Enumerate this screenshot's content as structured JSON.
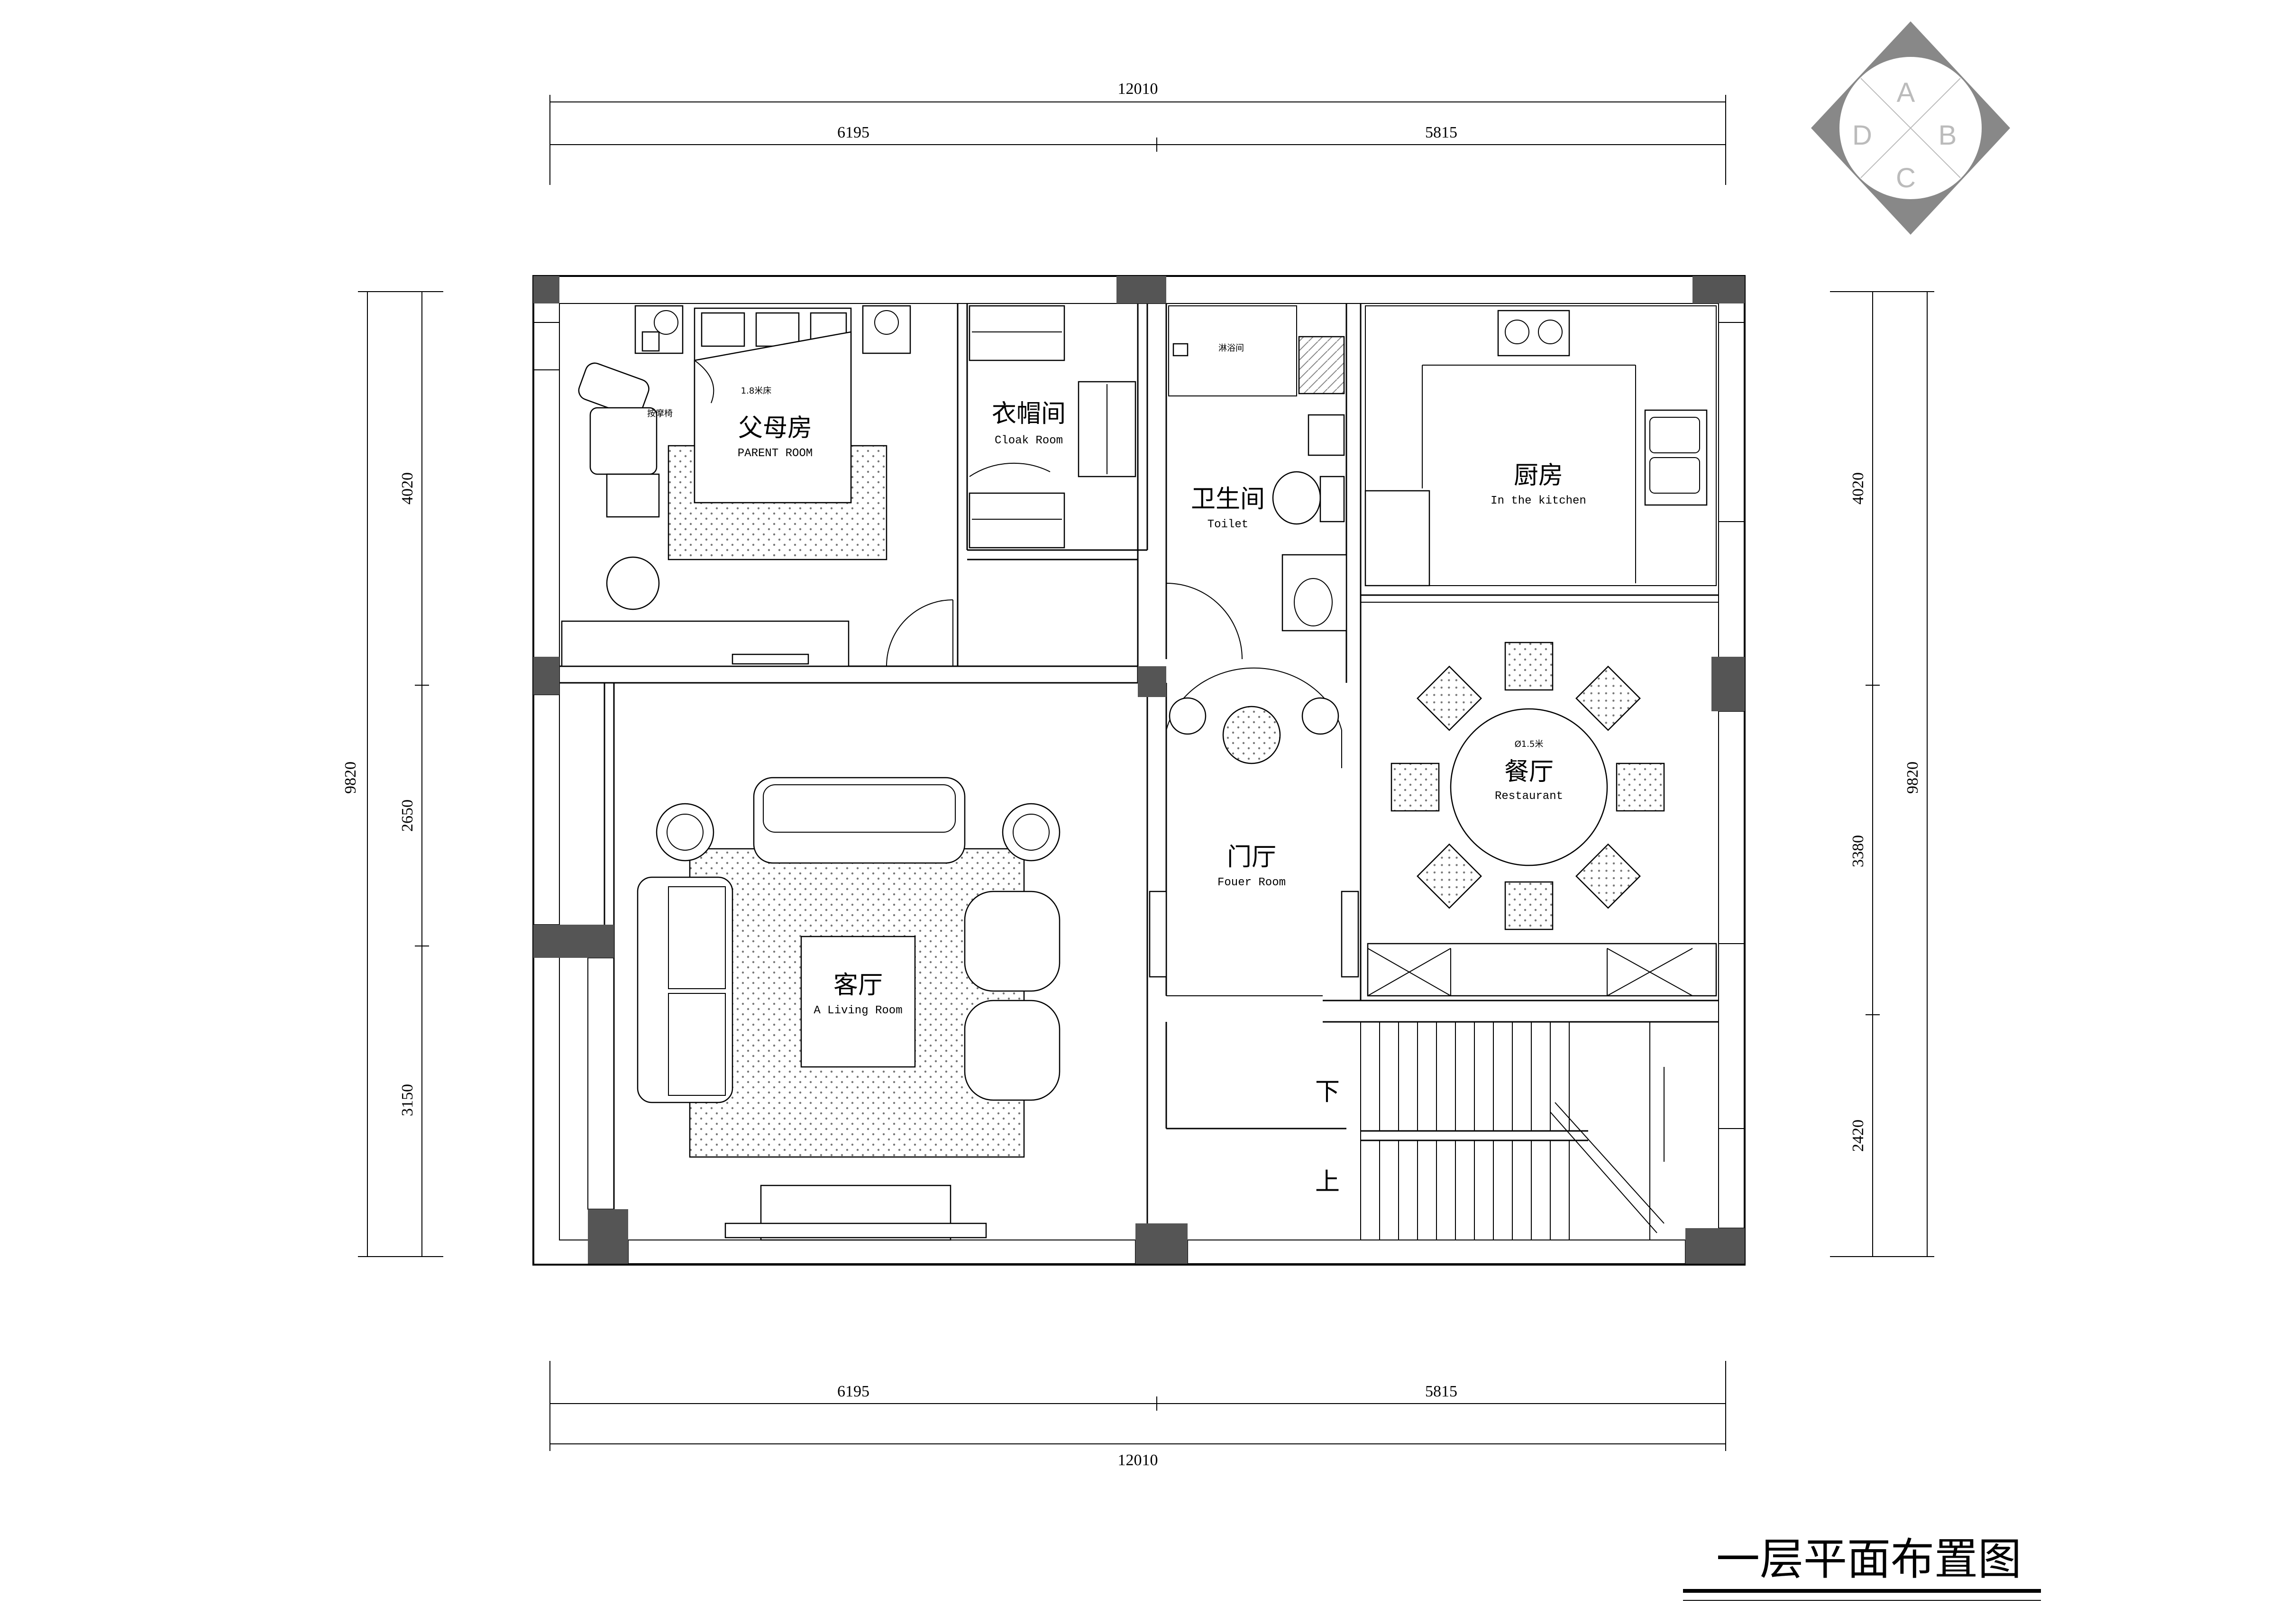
{
  "title": "一层平面布置图",
  "compass": {
    "labels": [
      "A",
      "B",
      "C",
      "D"
    ]
  },
  "dimensions": {
    "top_total": "12010",
    "top_left": "6195",
    "top_right": "5815",
    "bottom_total": "12010",
    "bottom_left": "6195",
    "bottom_right": "5815",
    "left_total": "9820",
    "left_top": "4020",
    "left_mid": "2650",
    "left_bottom": "3150",
    "right_total": "9820",
    "right_top": "4020",
    "right_mid": "3380",
    "right_bottom": "2420"
  },
  "rooms": {
    "parent": {
      "cn": "父母房",
      "en": "PARENT ROOM"
    },
    "cloak": {
      "cn": "衣帽间",
      "en": "Cloak Room"
    },
    "toilet": {
      "cn": "卫生间",
      "en": "Toilet"
    },
    "kitchen": {
      "cn": "厨房",
      "en": "In the kitchen"
    },
    "restaurant": {
      "cn": "餐厅",
      "en": "Restaurant"
    },
    "foyer": {
      "cn": "门厅",
      "en": "Fouer Room"
    },
    "living": {
      "cn": "客厅",
      "en": "A Living Room"
    }
  },
  "annotations": {
    "bed": "1.8米床",
    "massage_chair": "按摩椅",
    "shower": "淋浴间",
    "table": "Ø1.5米",
    "stair_down": "下",
    "stair_up": "上"
  },
  "colors": {
    "column": "#555555",
    "compass": "#888888"
  }
}
